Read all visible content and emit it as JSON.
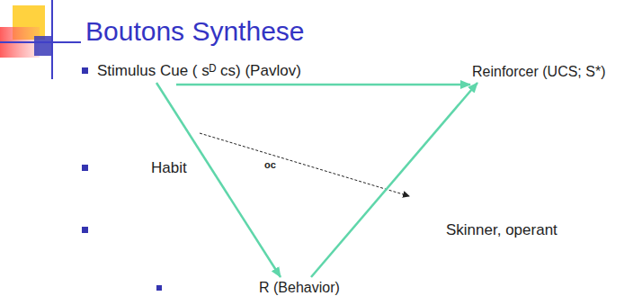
{
  "diagram": {
    "title": "Boutons Synthese",
    "nodes": [
      {
        "text": [
          "Stimulus Cue ( sᴰ cs) (Pavlov)"
        ]
      },
      {
        "text": [
          "Reinforcer (UCS; S*)"
        ]
      },
      {
        "text": [
          "R (Behavior)"
        ]
      }
    ],
    "edges": [
      {
        "from": 0,
        "to": 1,
        "arrow": "to"
      },
      {
        "from": 0,
        "to": 2,
        "arrow": "to"
      },
      {
        "from": 2,
        "to": 1,
        "arrow": "to"
      }
    ],
    "labels": [
      "Habit",
      "Skinner, operant",
      "oc"
    ]
  }
}
